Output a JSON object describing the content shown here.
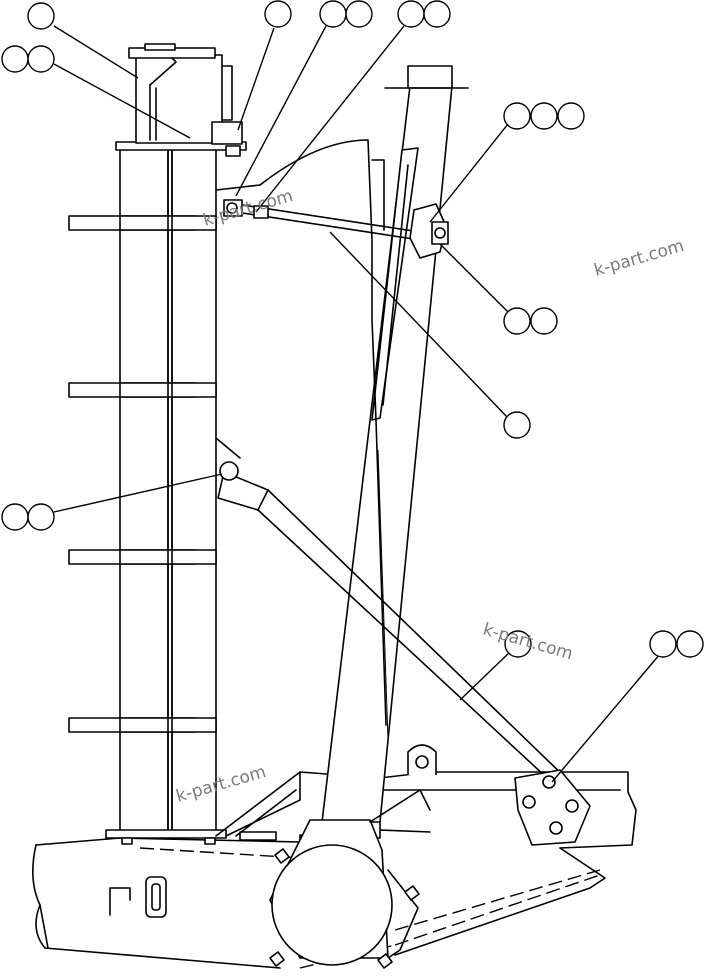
{
  "watermarks": [
    {
      "id": "wm1",
      "text": "k-part.com"
    },
    {
      "id": "wm2",
      "text": "k-part.com"
    },
    {
      "id": "wm3",
      "text": "k-part.com"
    },
    {
      "id": "wm4",
      "text": "k-part.com"
    }
  ],
  "callouts": [
    {
      "id": "top-left-single",
      "circles": 1
    },
    {
      "id": "left-pair",
      "circles": 2
    },
    {
      "id": "top-mid-single",
      "circles": 1
    },
    {
      "id": "top-pair-a",
      "circles": 2
    },
    {
      "id": "top-pair-b",
      "circles": 2
    },
    {
      "id": "right-triple",
      "circles": 3
    },
    {
      "id": "right-pair-mid",
      "circles": 2
    },
    {
      "id": "right-single",
      "circles": 1
    },
    {
      "id": "left-pair-low",
      "circles": 2
    },
    {
      "id": "lower-single",
      "circles": 1
    },
    {
      "id": "lower-right-pair",
      "circles": 2
    }
  ]
}
